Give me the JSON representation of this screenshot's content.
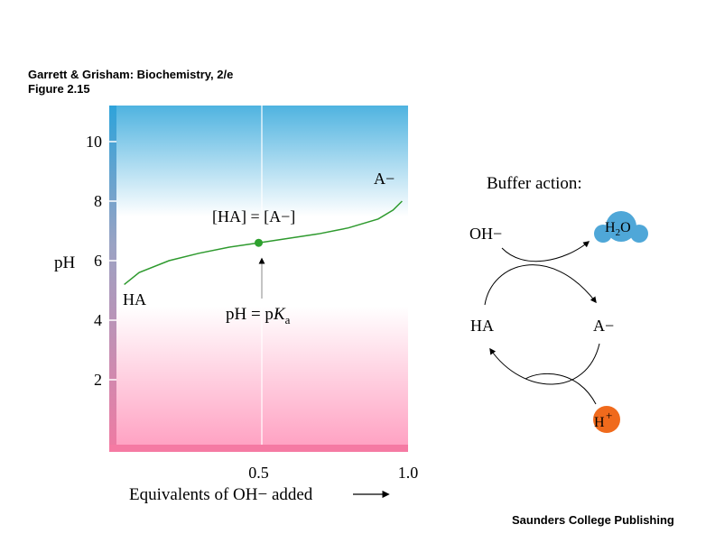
{
  "caption": {
    "line1": "Garrett & Grisham: Biochemistry, 2/e",
    "line2": "Figure 2.15"
  },
  "publisher": "Saunders College Publishing",
  "chart_data": {
    "type": "line",
    "title": "",
    "xlabel": "Equivalents of OH− added",
    "ylabel": "pH",
    "xlim": [
      0,
      1.0
    ],
    "ylim": [
      0,
      11
    ],
    "x_ticks": [
      "0.5",
      "1.0"
    ],
    "y_ticks": [
      "2",
      "4",
      "6",
      "8",
      "10"
    ],
    "series": [
      {
        "x": [
          0.05,
          0.1,
          0.2,
          0.3,
          0.4,
          0.5,
          0.6,
          0.7,
          0.8,
          0.9,
          0.95,
          0.98
        ],
        "y": [
          5.2,
          5.6,
          6.0,
          6.25,
          6.45,
          6.6,
          6.75,
          6.9,
          7.1,
          7.4,
          7.7,
          8.0
        ]
      }
    ],
    "midpoint": {
      "x": 0.5,
      "y": 6.6
    },
    "annotations": {
      "start_label": "HA",
      "end_label": "A−",
      "midpoint_label": "[HA] = [A−]",
      "pka_label_prefix": "pH = p",
      "pka_label_k": "K",
      "pka_label_sub": "a"
    },
    "colors": {
      "curve": "#2e9a2e",
      "midpoint": "#2ea12e",
      "top_band": "#4fb3e0",
      "bottom_band": "#ff8fb4"
    }
  },
  "buffer": {
    "title": "Buffer action:",
    "oh_label": "OH−",
    "h2o_main": "H",
    "h2o_sub": "2",
    "h2o_end": "O",
    "ha_label": "HA",
    "a_label": "A−",
    "h_plus_label": "H+",
    "colors": {
      "water": "#4fa7d8",
      "proton": "#f06a1c"
    }
  }
}
